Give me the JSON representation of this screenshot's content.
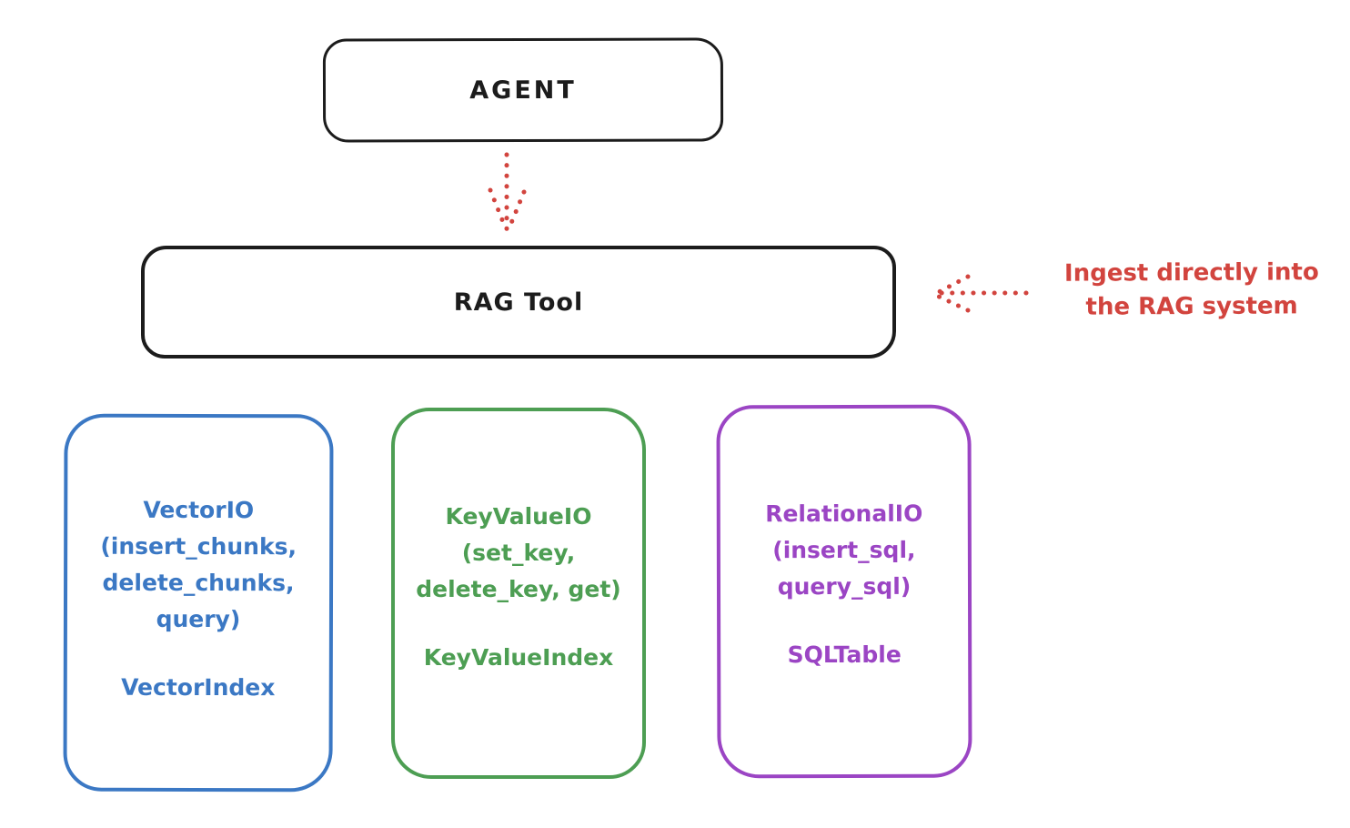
{
  "colors": {
    "background": "#ffffff",
    "ink": "#1c1c1c",
    "red": "#d2443e",
    "blue": "#3b78c4",
    "green": "#4d9e53",
    "purple": "#9b45c4"
  },
  "diagram": {
    "agent": {
      "label": "AGENT"
    },
    "rag_tool": {
      "label": "RAG Tool"
    },
    "annotation": {
      "lines": [
        "Ingest directly into",
        "the RAG system"
      ],
      "color": "#d2443e"
    },
    "connectors": [
      {
        "name": "agent-to-rag-tool",
        "style": "dotted",
        "color": "#d2443e",
        "direction": "down"
      },
      {
        "name": "ingest-into-rag-tool",
        "style": "dotted",
        "color": "#d2443e",
        "direction": "left"
      }
    ],
    "stores": [
      {
        "name": "vector-io",
        "color": "#3b78c4",
        "title_lines": [
          "VectorIO",
          "(insert_chunks,",
          "delete_chunks,",
          "query)"
        ],
        "index_label": "VectorIndex"
      },
      {
        "name": "keyvalue-io",
        "color": "#4d9e53",
        "title_lines": [
          "KeyValueIO",
          "(set_key,",
          "delete_key, get)"
        ],
        "index_label": "KeyValueIndex"
      },
      {
        "name": "relational-io",
        "color": "#9b45c4",
        "title_lines": [
          "RelationalIO",
          "(insert_sql,",
          "query_sql)"
        ],
        "index_label": "SQLTable"
      }
    ]
  }
}
